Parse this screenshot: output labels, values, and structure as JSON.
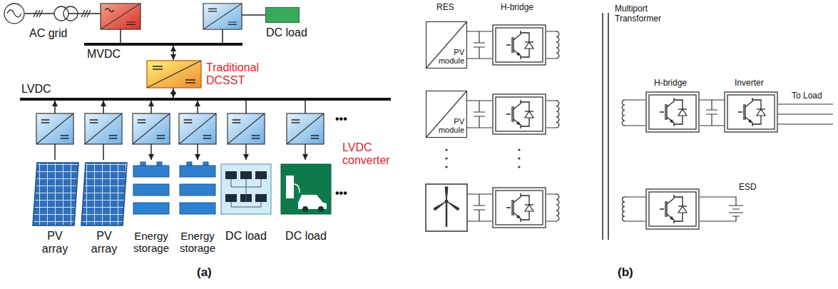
{
  "diagram": {
    "nodes": [
      {
        "text": [
          "AC grid"
        ]
      },
      {
        "text": [
          "MVDC"
        ]
      },
      {
        "text": [
          "DC load"
        ]
      },
      {
        "text": [
          "Traditional DCSST"
        ]
      },
      {
        "text": [
          "LVDC"
        ]
      },
      {
        "text": [
          "PV array"
        ]
      },
      {
        "text": [
          "PV array"
        ]
      },
      {
        "text": [
          "Energy storage"
        ]
      },
      {
        "text": [
          "Energy storage"
        ]
      },
      {
        "text": [
          "DC load"
        ]
      },
      {
        "text": [
          "DC load"
        ]
      },
      {
        "text": [
          "PV module"
        ]
      },
      {
        "text": [
          "PV module"
        ]
      }
    ],
    "edges": [
      {
        "from": 0,
        "to": 1,
        "arrow": "none"
      },
      {
        "from": 1,
        "to": 2,
        "arrow": "none"
      },
      {
        "from": 1,
        "to": 3,
        "arrow": "both"
      },
      {
        "from": 3,
        "to": 4,
        "arrow": "both"
      },
      {
        "from": 5,
        "to": 4,
        "arrow": "to"
      },
      {
        "from": 6,
        "to": 4,
        "arrow": "to"
      },
      {
        "from": 7,
        "to": 4,
        "arrow": "both"
      },
      {
        "from": 8,
        "to": 4,
        "arrow": "both"
      },
      {
        "from": 4,
        "to": 9,
        "arrow": "to"
      },
      {
        "from": 4,
        "to": 10,
        "arrow": "to"
      }
    ],
    "labels": [
      "•••",
      "LVDC converter",
      "•••",
      "(a)",
      "RES",
      "H-bridge",
      "Multiport Transformer",
      "H-bridge",
      "Inverter",
      "To Load",
      "ESD",
      "(b)"
    ]
  }
}
